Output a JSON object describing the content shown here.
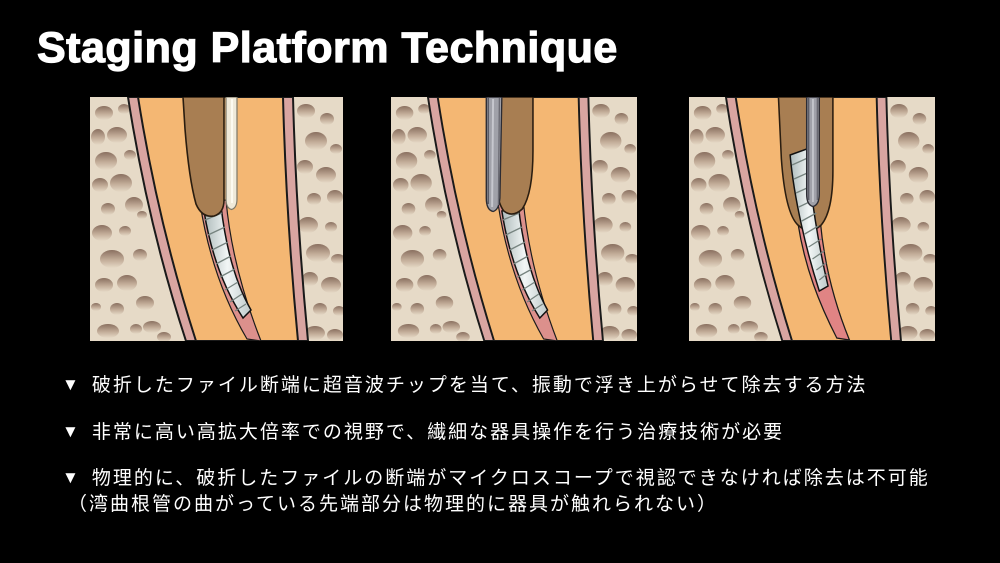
{
  "slide": {
    "title": "Staging Platform Technique"
  },
  "bullets": [
    {
      "marker": "▼",
      "text": "破折したファイル断端に超音波チップを当て、振動で浮き上がらせて除去する方法"
    },
    {
      "marker": "▼",
      "text": "非常に高い高拡大倍率での視野で、繊細な器具操作を行う治療技術が必要"
    },
    {
      "marker": "▼",
      "text": "物理的に、破折したファイルの断端がマイクロスコープで視認できなければ除去は不可能",
      "note": "（湾曲根管の曲がっている先端部分は物理的に器具が触れられない）"
    }
  ],
  "colors": {
    "background": "#000000",
    "text": "#ffffff",
    "bone": "#E6DAC7",
    "ligament": "#D9A5A1",
    "dentin": "#F4B773",
    "canal_brown": "#A87E52",
    "canal_pink": "#DC908C",
    "pulp_red": "#E08484",
    "instrument_cream": "#EFE9D9",
    "instrument_gray": "#A0A1A9"
  }
}
